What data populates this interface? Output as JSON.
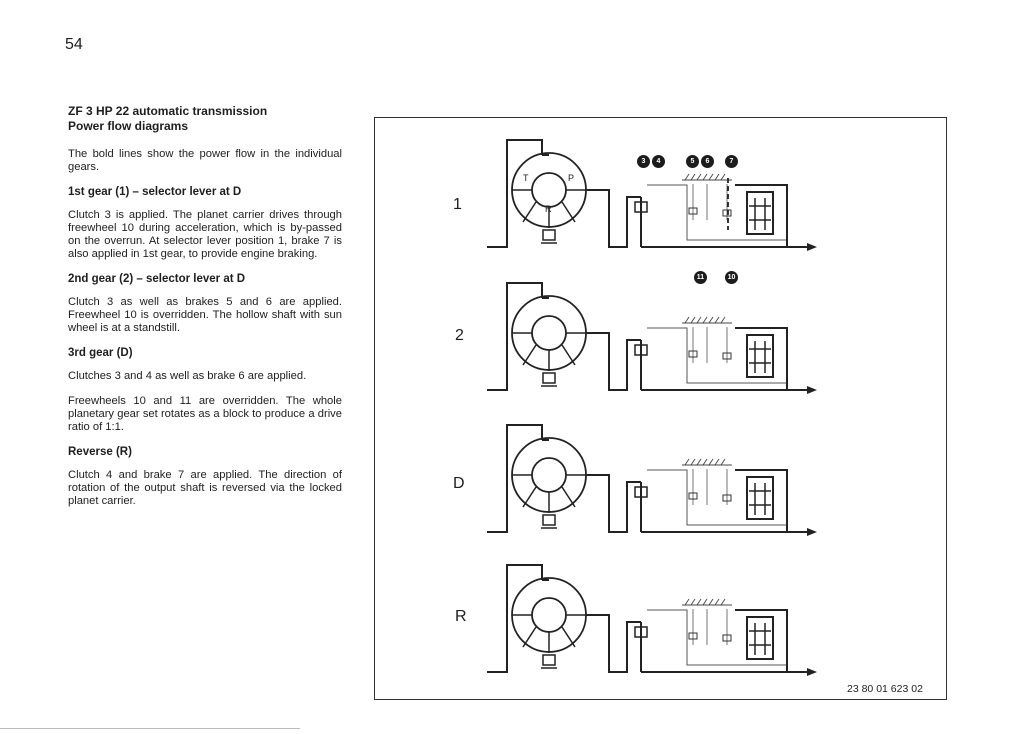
{
  "page_number": "54",
  "title_line1": "ZF 3 HP 22 automatic transmission",
  "title_line2": "Power flow diagrams",
  "intro": "The bold lines show the power flow in the individual gears.",
  "sections": [
    {
      "heading": "1st gear (1) – selector lever at D",
      "paragraphs": [
        "Clutch 3 is applied. The planet carrier drives through freewheel 10 during acceleration, which is by-passed on the overrun. At selector lever position 1, brake 7 is also applied in 1st gear, to provide engine braking."
      ]
    },
    {
      "heading": "2nd gear (2) – selector lever at D",
      "paragraphs": [
        "Clutch 3 as well as brakes 5 and 6 are applied. Freewheel 10 is overridden. The hollow shaft with sun wheel is at a standstill."
      ]
    },
    {
      "heading": "3rd gear (D)",
      "paragraphs": [
        "Clutches 3 and 4 as well as brake 6 are applied.",
        "Freewheels 10 and 11 are overridden. The whole planetary gear set rotates as a block to produce a drive ratio of 1:1."
      ]
    },
    {
      "heading": "Reverse (R)",
      "paragraphs": [
        "Clutch 4 and brake 7 are applied. The direction of rotation of the output shaft is reversed via the locked planet carrier."
      ]
    }
  ],
  "diagram": {
    "row_labels": [
      "1",
      "2",
      "D",
      "R"
    ],
    "converter_labels": {
      "turbine": "T",
      "pump": "P",
      "reactor": "R"
    },
    "callouts_top": [
      "3",
      "4",
      "5",
      "6",
      "7"
    ],
    "callouts_bottom": [
      "11",
      "10"
    ],
    "figure_code": "23 80 01 623 02"
  }
}
